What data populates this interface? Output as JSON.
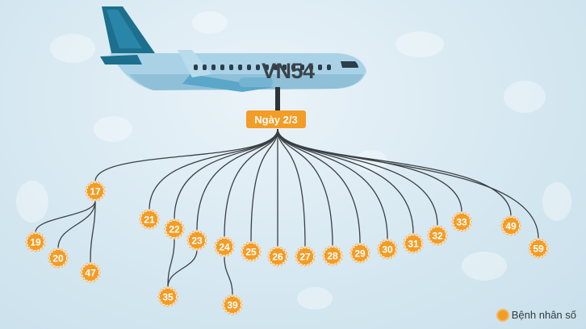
{
  "flight": {
    "code": "VN54",
    "date_label": "Ngày 2/3"
  },
  "colors": {
    "node_fill": "#f39c26",
    "node_ring": "#f7c27a",
    "line": "#3a3f44",
    "plane_body": "#a9d2e6",
    "plane_tail": "#1d6f8e",
    "badge": "#f39c26"
  },
  "patients": [
    {
      "id": "17"
    },
    {
      "id": "19",
      "source": "17"
    },
    {
      "id": "20",
      "source": "17"
    },
    {
      "id": "47",
      "source": "17"
    },
    {
      "id": "21"
    },
    {
      "id": "22"
    },
    {
      "id": "23"
    },
    {
      "id": "24"
    },
    {
      "id": "25"
    },
    {
      "id": "26"
    },
    {
      "id": "27"
    },
    {
      "id": "28"
    },
    {
      "id": "29"
    },
    {
      "id": "30"
    },
    {
      "id": "31"
    },
    {
      "id": "32"
    },
    {
      "id": "33"
    },
    {
      "id": "49"
    },
    {
      "id": "59"
    },
    {
      "id": "35",
      "source": "22,23"
    },
    {
      "id": "39",
      "source": "24"
    }
  ],
  "legend": {
    "label": "Bệnh nhân số",
    "icon": "patient-dot"
  }
}
